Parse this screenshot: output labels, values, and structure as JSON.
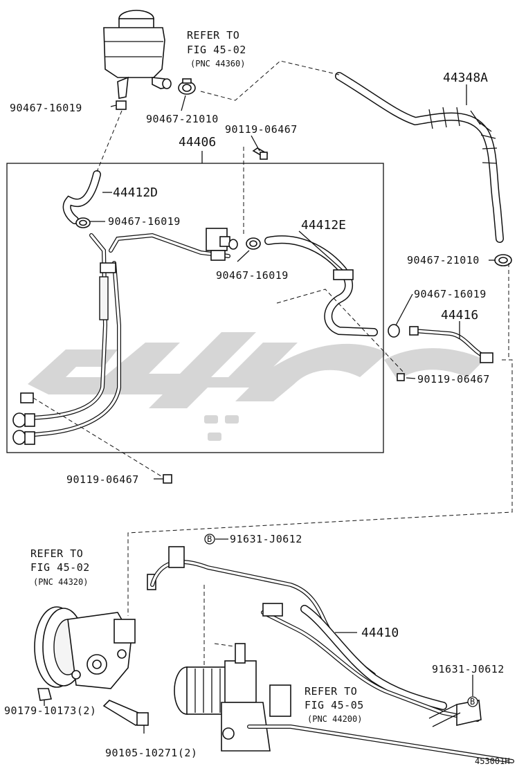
{
  "labels": {
    "reservoir_refer": [
      "REFER TO",
      "FIG 45-02",
      "(PNC 44360)"
    ],
    "pump_refer": [
      "REFER TO",
      "FIG 45-02",
      "(PNC 44320)"
    ],
    "gear_refer": [
      "REFER TO",
      "FIG 45-05",
      "(PNC 44200)"
    ],
    "p_44348A": "44348A",
    "p_90467_16019_a": "90467-16019",
    "p_90467_21010_a": "90467-21010",
    "p_90119_06467_a": "90119-06467",
    "p_44406": "44406",
    "p_44412D": "44412D",
    "p_90467_16019_b": "90467-16019",
    "p_44412E": "44412E",
    "p_90467_16019_c": "90467-16019",
    "p_90467_21010_b": "90467-21010",
    "p_90467_16019_d": "90467-16019",
    "p_44416": "44416",
    "p_90119_06467_b": "90119-06467",
    "p_90119_06467_c": "90119-06467",
    "p_91631_J0612_a": "91631-J0612",
    "p_44410": "44410",
    "p_91631_J0612_b": "91631-J0612",
    "p_90179_10173": "90179-10173(2)",
    "p_90105_10271": "90105-10271(2)",
    "marker_b": "B",
    "figure_code": "453001H"
  }
}
